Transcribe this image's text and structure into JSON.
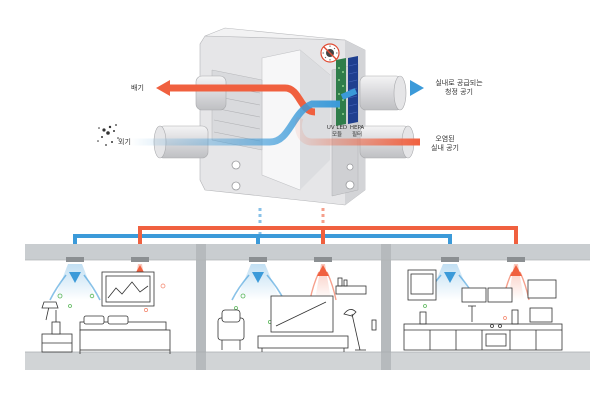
{
  "labels": {
    "exhaust": "배기",
    "outdoor": "외기",
    "supply_line1": "실내로 공급되는",
    "supply_line2": "청정 공기",
    "polluted_line1": "오염된",
    "polluted_line2": "실내 공기",
    "uvled_line1": "UV LED",
    "uvled_line2": "모듈",
    "hepa_line1": "HEPA",
    "hepa_line2": "필터"
  },
  "colors": {
    "supply_air": "#3b9ad9",
    "return_air": "#f0603f",
    "unit_body": "#e8e8ea",
    "building": "#c8ccce",
    "floor": "#d0d3d5",
    "line_art": "#333333",
    "pollutant": "#5cb85c"
  },
  "icons": [
    "virus-icon",
    "dust-particles-icon",
    "uv-led-module-icon",
    "hepa-filter-icon"
  ],
  "rooms": [
    "bedroom",
    "living-room",
    "kitchen"
  ]
}
